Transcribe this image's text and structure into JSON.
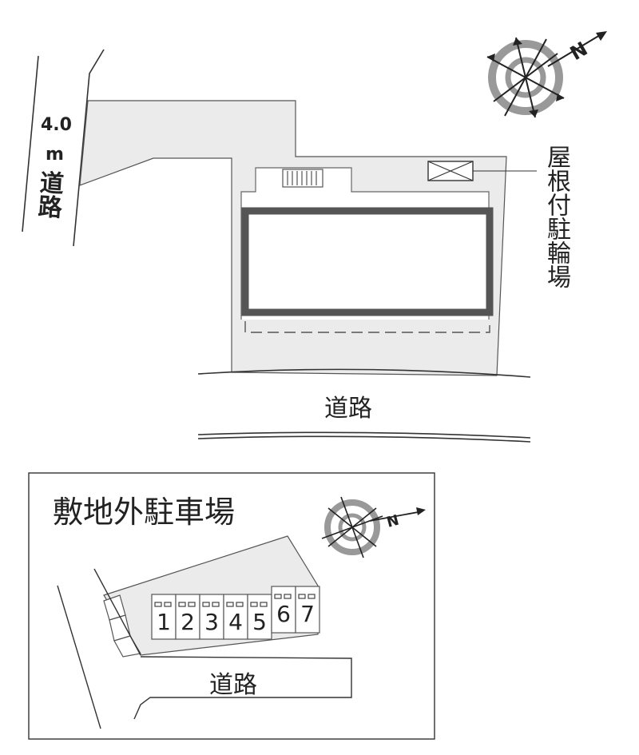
{
  "labels": {
    "side_road_width": "4.0",
    "side_road_unit": "m",
    "side_road_name": "道路",
    "bike_parking": "屋根付駐輪場",
    "front_road": "道路",
    "offsite_title": "敷地外駐車場",
    "offsite_road": "道路"
  },
  "parking_spaces": [
    "1",
    "2",
    "3",
    "4",
    "5",
    "6",
    "7"
  ],
  "compass": {
    "north_letter": "N"
  },
  "colors": {
    "site_fill": "#ebebeb",
    "building_frame": "#555555",
    "line": "#333333",
    "compass_ring": "#999999"
  }
}
